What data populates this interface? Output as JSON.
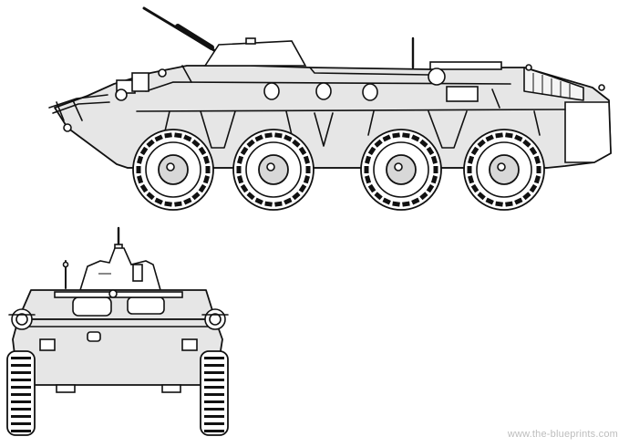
{
  "watermark": {
    "text": "www.the-blueprints.com"
  },
  "colors": {
    "line": "#111111",
    "hull_fill": "#e6e6e6",
    "background": "#ffffff",
    "watermark": "#bdbdbd"
  },
  "views": [
    "side",
    "front"
  ]
}
